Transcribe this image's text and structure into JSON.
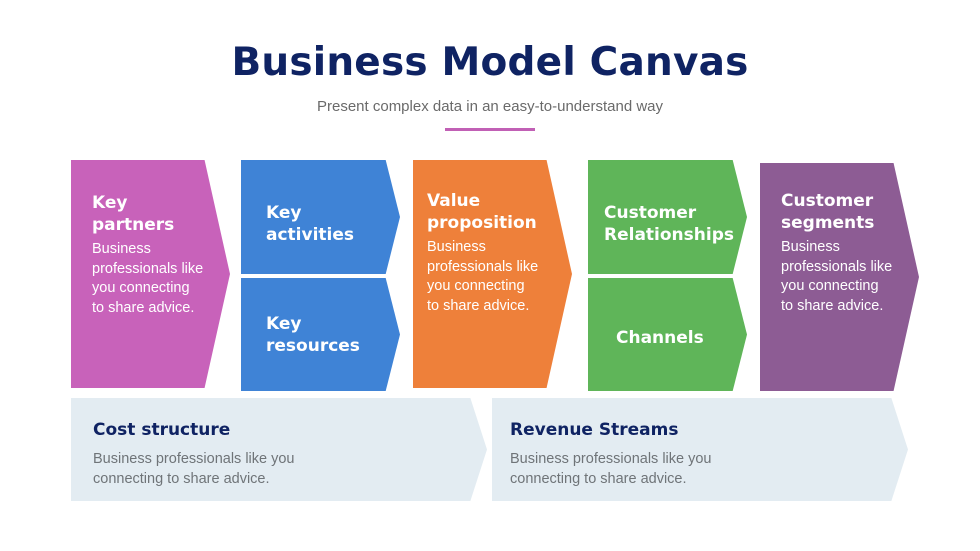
{
  "header": {
    "title": "Business Model Canvas",
    "subtitle": "Present complex data in an easy-to-understand way"
  },
  "colors": {
    "title": "#0f2363",
    "accent_line": "#c160b5",
    "key_partners": "#c862ba",
    "key_activities": "#3f83d6",
    "key_resources": "#3f83d6",
    "value_proposition": "#ee803a",
    "customer_relationships": "#5fb559",
    "channels": "#5fb559",
    "customer_segments": "#8d5c94",
    "bottom_blocks": "#e3ecf2"
  },
  "blocks": {
    "key_partners": {
      "title": "Key\npartners",
      "description": "Business\nprofessionals like\nyou connecting\nto share advice."
    },
    "key_activities": {
      "title": "Key\nactivities"
    },
    "key_resources": {
      "title": "Key\nresources"
    },
    "value_proposition": {
      "title": "Value\nproposition",
      "description": "Business\nprofessionals like\nyou connecting\nto share advice."
    },
    "customer_relationships": {
      "title": "Customer\nRelationships"
    },
    "channels": {
      "title": "Channels"
    },
    "customer_segments": {
      "title": "Customer\nsegments",
      "description": "Business\nprofessionals like\nyou connecting\nto share advice."
    },
    "cost_structure": {
      "title": "Cost structure",
      "description": "Business professionals like you\nconnecting to share advice."
    },
    "revenue_streams": {
      "title": "Revenue Streams",
      "description": "Business professionals like you\nconnecting to share advice."
    }
  }
}
